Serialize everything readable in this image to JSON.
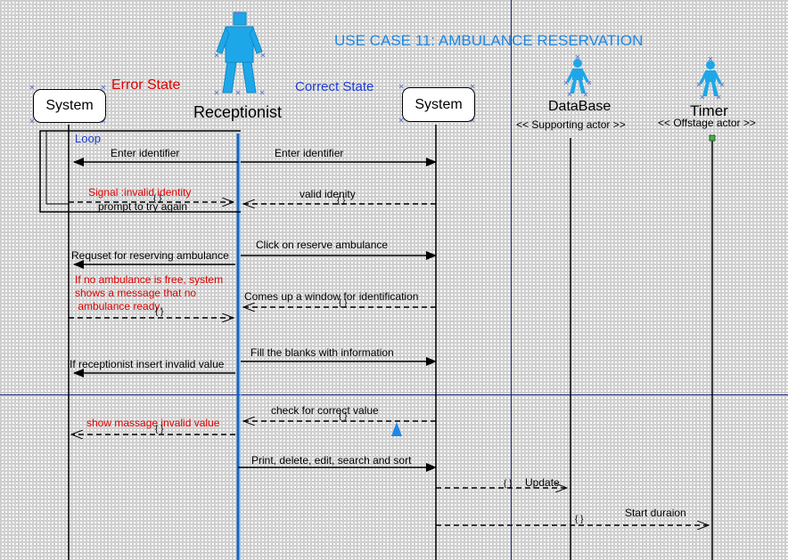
{
  "diagram": {
    "title": "USE CASE 11: AMBULANCE RESERVATION",
    "states": {
      "error": "Error State",
      "correct": "Correct State"
    },
    "participants": {
      "system_left": "System",
      "receptionist": "Receptionist",
      "system_right": "System",
      "database": "DataBase",
      "database_stereotype": "<< Supporting actor >>",
      "timer": "Timer",
      "timer_stereotype": "<< Offstage actor >>"
    },
    "loop_label": "Loop",
    "messages": {
      "m1": "Enter identifier",
      "m2": "Enter identifier",
      "m3_line1": "Signal :invalid identity",
      "m3_line2": "prompt to try again",
      "m4": "valid idenity",
      "m5": "Click on reserve ambulance",
      "m6": "Requset for reserving ambulance",
      "m7": "Comes up a window for identification",
      "m8_lines": [
        "If no ambulance is free, system",
        "shows a message that no",
        " ambulance ready."
      ],
      "m9": "Fill the blanks with information",
      "m10": "If receptionist insert invalid value",
      "m11": "check for correct value",
      "m12": "show massage invalid value",
      "m13": "Print, delete, edit, search and sort",
      "m14": "Update",
      "m15": "Start duraion",
      "brace": "{ }"
    },
    "colors": {
      "actor": "#1ea7e8",
      "title": "#1e88e5",
      "error_text": "#e00000",
      "correct_text": "#1e3cd4",
      "receptionist_lifeline": "#1565c0"
    }
  }
}
